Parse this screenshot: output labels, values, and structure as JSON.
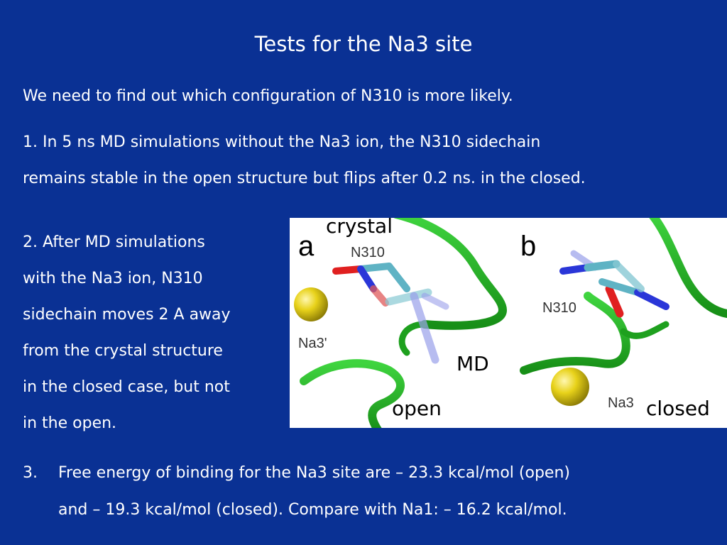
{
  "slide": {
    "title": "Tests for the Na3 site",
    "intro": "We need to find out which configuration of N310 is more likely.",
    "point1": {
      "line1": "1.  In 5 ns MD simulations without the Na3 ion, the N310 sidechain",
      "line2": "remains stable in the open structure but flips after 0.2 ns. in the closed."
    },
    "point2": {
      "lines": [
        "2.  After MD simulations",
        "with the Na3 ion, N310",
        "sidechain moves 2 A away",
        "from the crystal structure",
        "in the closed case, but not",
        "in the open."
      ]
    },
    "point3": {
      "number": "3.",
      "line1": "Free energy of binding for the Na3 site are – 23.3 kcal/mol (open)",
      "line2": "and – 19.3 kcal/mol (closed).  Compare with Na1: – 16.2 kcal/mol."
    }
  },
  "figure": {
    "panel_a": "a",
    "panel_b": "b",
    "label_crystal": "crystal",
    "label_md": "MD",
    "label_open": "open",
    "label_closed": "closed",
    "residue_a": "N310",
    "residue_b": "N310",
    "ion_a": "Na3'",
    "ion_b": "Na3",
    "colors": {
      "background": "#0a3194",
      "ribbon": "#22bb22",
      "sodium": "#e8d21a",
      "carbon": "#5fb3c4",
      "oxygen": "#e02020",
      "nitrogen": "#2a36d8"
    }
  }
}
